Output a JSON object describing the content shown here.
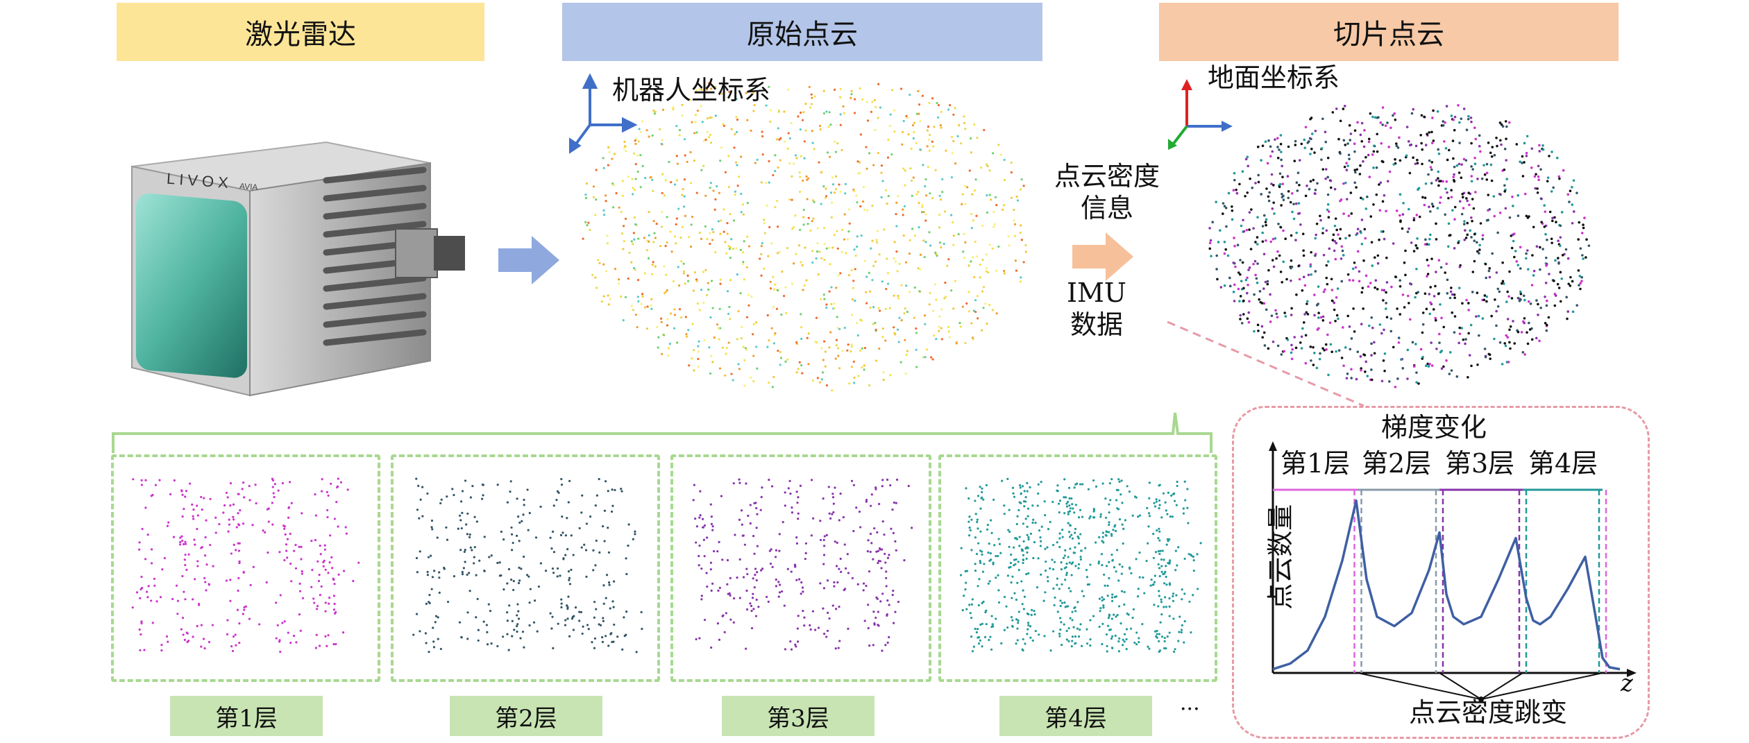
{
  "banners": {
    "lidar": "激光雷达",
    "raw": "原始点云",
    "sliced": "切片点云"
  },
  "device": {
    "brand": "LIVOX",
    "model": "AVIA"
  },
  "frames": {
    "robot": "机器人坐标系",
    "ground": "地面坐标系"
  },
  "inputs": {
    "density_line1": "点云密度",
    "density_line2": "信息",
    "imu_line1": "IMU",
    "imu_line2": "数据"
  },
  "layers": [
    {
      "label": "第1层",
      "color": "#cc33cc"
    },
    {
      "label": "第2层",
      "color": "#335566"
    },
    {
      "label": "第3层",
      "color": "#8833aa"
    },
    {
      "label": "第4层",
      "color": "#229999"
    }
  ],
  "ellipsis": "···",
  "chart": {
    "title": "梯度变化",
    "ylabel": "点云数量",
    "xlabel": "z",
    "annotation": "点云密度跳变",
    "layer_labels": [
      "第1层",
      "第2层",
      "第3层",
      "第4层"
    ]
  },
  "chart_data": {
    "type": "line",
    "title": "梯度变化",
    "xlabel": "z",
    "ylabel": "点云数量",
    "series": [
      {
        "name": "",
        "x": [
          0,
          0.05,
          0.1,
          0.15,
          0.2,
          0.24,
          0.27,
          0.3,
          0.35,
          0.4,
          0.45,
          0.48,
          0.5,
          0.52,
          0.55,
          0.6,
          0.65,
          0.7,
          0.73,
          0.75,
          0.77,
          0.8,
          0.85,
          0.9,
          0.93,
          0.95,
          0.97,
          1.0
        ],
        "y": [
          0.02,
          0.05,
          0.12,
          0.3,
          0.6,
          0.92,
          0.5,
          0.3,
          0.25,
          0.32,
          0.55,
          0.75,
          0.42,
          0.3,
          0.26,
          0.3,
          0.5,
          0.72,
          0.4,
          0.28,
          0.26,
          0.3,
          0.45,
          0.62,
          0.3,
          0.08,
          0.03,
          0.02
        ]
      }
    ],
    "jump_positions": [
      0.245,
      0.48,
      0.72,
      0.95
    ]
  },
  "colors": {
    "banner_yellow": "#fce597",
    "banner_blue": "#b3c5e8",
    "banner_orange": "#f7c9a6",
    "arrow_blue": "#8fa9de",
    "arrow_orange": "#f6c09a",
    "green_dash": "#a8d890",
    "pink_dash": "#e79aa7",
    "curve": "#3e5fa3"
  }
}
